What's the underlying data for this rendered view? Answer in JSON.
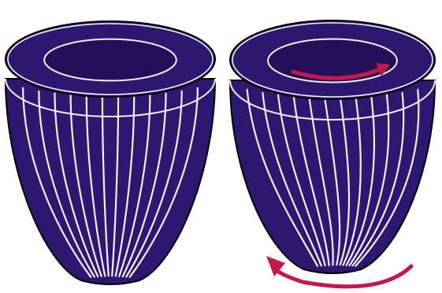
{
  "colors": {
    "background": "#ffffff",
    "body": "#2f1670",
    "cavity": "#241058",
    "outline": "#f4f0f8",
    "arrow": "#c21a4a"
  },
  "figures": [
    {
      "id": "untwisted",
      "twist": 0,
      "rim_arrow": false,
      "base_arrow": false
    },
    {
      "id": "twisted",
      "twist": 22,
      "rim_arrow": true,
      "base_arrow": true
    }
  ],
  "arrows": {
    "rim": {
      "direction": "counterclockwise-viewed-from-apex",
      "icon": "curved-arrow-icon"
    },
    "base": {
      "direction": "clockwise-viewed-from-apex",
      "icon": "curved-arrow-icon"
    }
  }
}
